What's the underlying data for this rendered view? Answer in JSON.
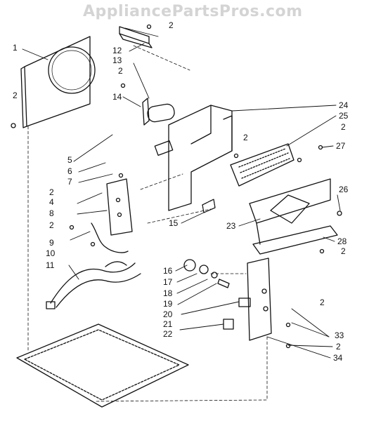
{
  "watermark": "AppliancePartsPros.com",
  "callouts": [
    {
      "id": "c1",
      "label": "1"
    },
    {
      "id": "c2a",
      "label": "2"
    },
    {
      "id": "c2b",
      "label": "2"
    },
    {
      "id": "c2c",
      "label": "2"
    },
    {
      "id": "c2d",
      "label": "2"
    },
    {
      "id": "c2e",
      "label": "2"
    },
    {
      "id": "c2f",
      "label": "2"
    },
    {
      "id": "c2g",
      "label": "2"
    },
    {
      "id": "c2h",
      "label": "2"
    },
    {
      "id": "c2i",
      "label": "2"
    },
    {
      "id": "c2j",
      "label": "2"
    },
    {
      "id": "c4",
      "label": "4"
    },
    {
      "id": "c5",
      "label": "5"
    },
    {
      "id": "c6",
      "label": "6"
    },
    {
      "id": "c7",
      "label": "7"
    },
    {
      "id": "c8",
      "label": "8"
    },
    {
      "id": "c9",
      "label": "9"
    },
    {
      "id": "c10",
      "label": "10"
    },
    {
      "id": "c11",
      "label": "11"
    },
    {
      "id": "c12",
      "label": "12"
    },
    {
      "id": "c13",
      "label": "13"
    },
    {
      "id": "c14",
      "label": "14"
    },
    {
      "id": "c15",
      "label": "15"
    },
    {
      "id": "c16",
      "label": "16"
    },
    {
      "id": "c17",
      "label": "17"
    },
    {
      "id": "c18",
      "label": "18"
    },
    {
      "id": "c19",
      "label": "19"
    },
    {
      "id": "c20",
      "label": "20"
    },
    {
      "id": "c21",
      "label": "21"
    },
    {
      "id": "c22",
      "label": "22"
    },
    {
      "id": "c23",
      "label": "23"
    },
    {
      "id": "c24",
      "label": "24"
    },
    {
      "id": "c25",
      "label": "25"
    },
    {
      "id": "c26",
      "label": "26"
    },
    {
      "id": "c27",
      "label": "27"
    },
    {
      "id": "c28",
      "label": "28"
    },
    {
      "id": "c33",
      "label": "33"
    },
    {
      "id": "c34",
      "label": "34"
    }
  ]
}
